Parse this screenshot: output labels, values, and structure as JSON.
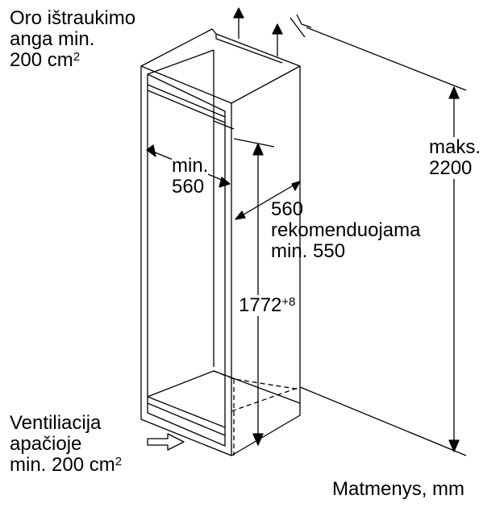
{
  "labels": {
    "top_vent_line1": "Oro ištraukimo",
    "top_vent_line2": "anga min.",
    "top_vent_line3": "200 cm",
    "top_vent_sup": "2",
    "min_line1": "min.",
    "min_line2": "560",
    "max_line1": "maks.",
    "max_line2": "2200",
    "depth_line1": "560",
    "depth_line2": "rekomenduojama",
    "depth_line3": "min. 550",
    "height_value": "1772",
    "height_sup": "+8",
    "bottom_vent_line1": "Ventiliacija",
    "bottom_vent_line2": "apačioje",
    "bottom_vent_line3": "min. 200 cm",
    "bottom_vent_sup": "2",
    "units": "Matmenys, mm"
  }
}
